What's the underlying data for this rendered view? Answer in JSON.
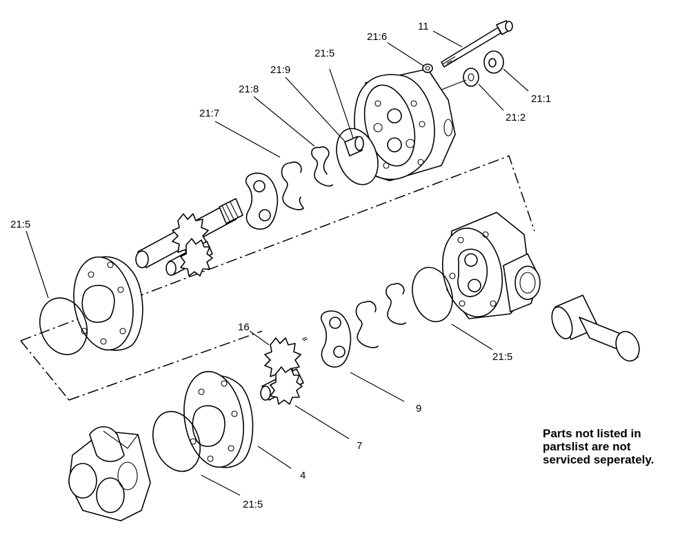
{
  "callouts": {
    "c11": "11",
    "c21_6": "21:6",
    "c21_5_top": "21:5",
    "c21_9": "21:9",
    "c21_8": "21:8",
    "c21_7": "21:7",
    "c21_1": "21:1",
    "c21_2": "21:2",
    "c21_5_left": "21:5",
    "c16": "16",
    "c21_5_right": "21:5",
    "c9": "9",
    "c7": "7",
    "c4": "4",
    "c21_5_bottom": "21:5"
  },
  "note": {
    "line1": "Parts not listed in",
    "line2": "partslist are not",
    "line3": "serviced seperately."
  }
}
